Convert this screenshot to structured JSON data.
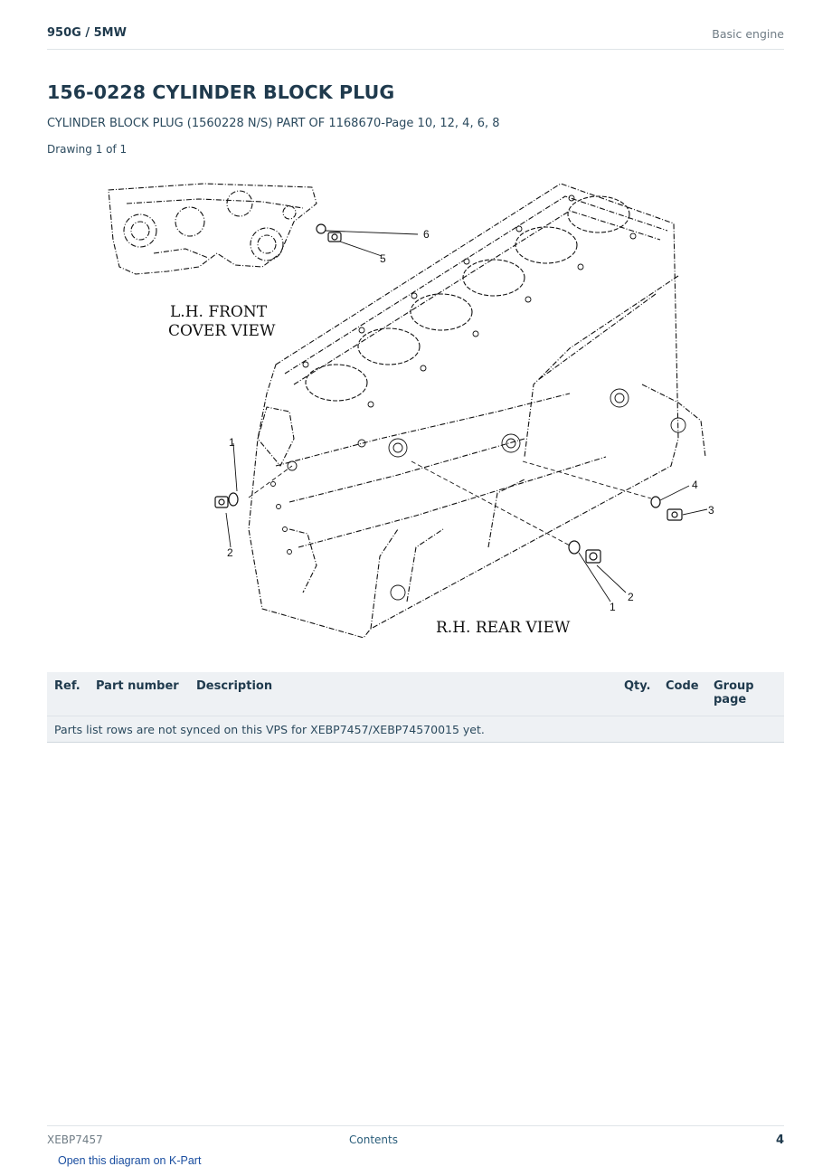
{
  "header": {
    "model_path": "950G  /  5MW",
    "section": "Basic engine"
  },
  "title": "156-0228 CYLINDER BLOCK PLUG",
  "subtitle": "CYLINDER BLOCK PLUG (1560228 N/S) PART OF 1168670-Page 10, 12, 4, 6, 8",
  "drawing_count": "Drawing 1 of 1",
  "drawing": {
    "labels": {
      "front_line1": "L.H.  FRONT",
      "front_line2": "COVER VIEW",
      "rear": "R.H.  REAR VIEW"
    },
    "callouts": {
      "c6": "6",
      "c5": "5",
      "c1a": "1",
      "c2a": "2",
      "c4": "4",
      "c3": "3",
      "c2b": "2",
      "c1b": "1"
    }
  },
  "table": {
    "headers": {
      "ref": "Ref.",
      "part_number": "Part number",
      "description": "Description",
      "qty": "Qty.",
      "code": "Code",
      "group_page": "Group page"
    },
    "message": "Parts list rows are not synced on this VPS for XEBP7457/XEBP74570015 yet."
  },
  "footer": {
    "doc_id": "XEBP7457",
    "contents_link": "Contents",
    "page_number": "4",
    "kpart_link": "Open this diagram on K-Part"
  }
}
